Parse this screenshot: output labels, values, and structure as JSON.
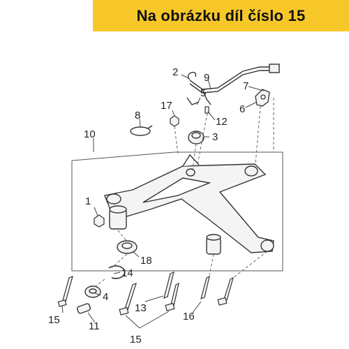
{
  "banner": {
    "text": "Na obrázku díl číslo 15",
    "color": "#f7c72a"
  },
  "callouts": {
    "c1": "1",
    "c2": "2",
    "c3": "3",
    "c4": "4",
    "c5": "5",
    "c6": "6",
    "c7": "7",
    "c8": "8",
    "c9": "9",
    "c10": "10",
    "c11": "11",
    "c12": "12",
    "c13": "13",
    "c14": "14",
    "c15a": "15",
    "c15b": "15",
    "c16": "16",
    "c17": "17",
    "c18": "18"
  },
  "colors": {
    "line": "#333333",
    "part_fill": "#f4f4f4",
    "background": "#ffffff"
  }
}
